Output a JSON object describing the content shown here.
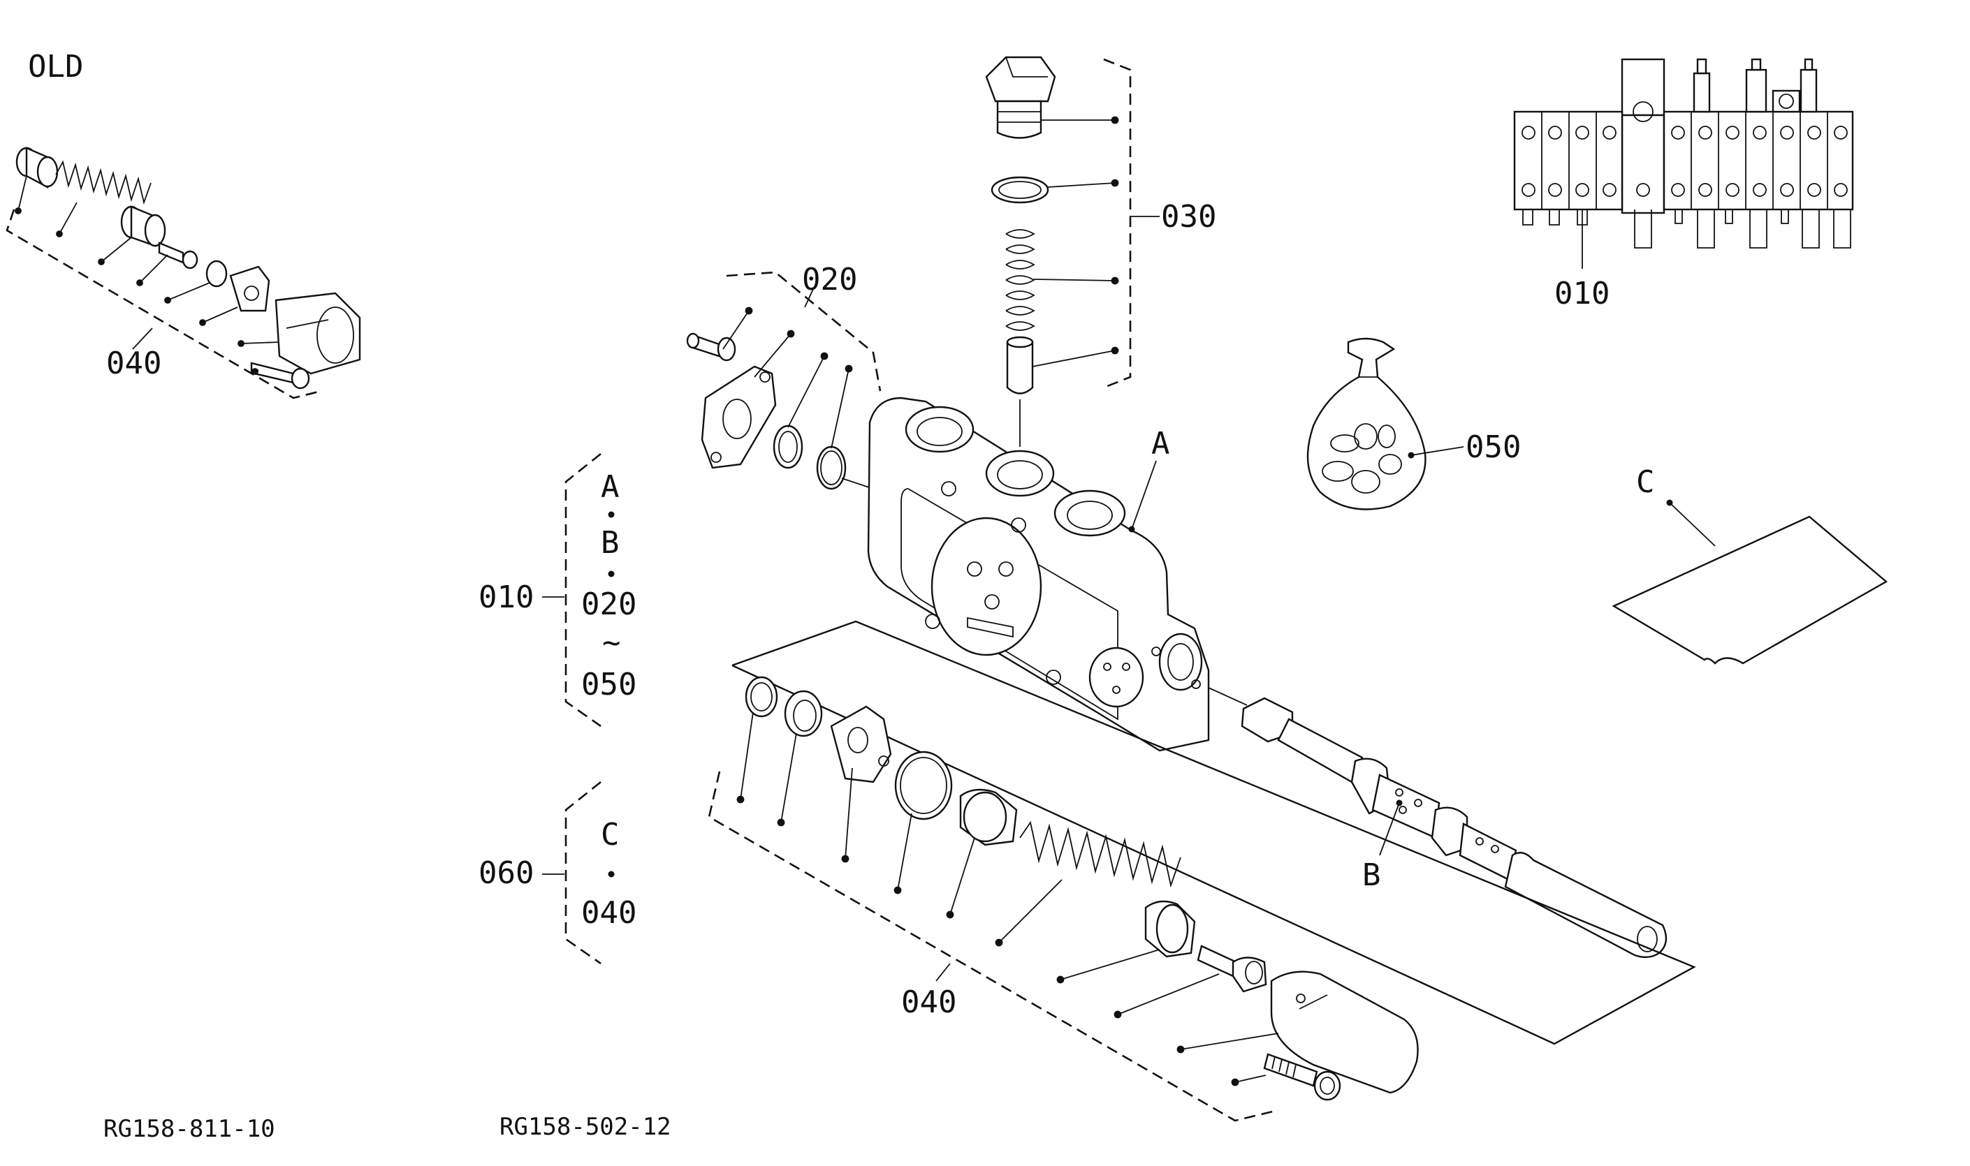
{
  "header": {
    "old_label": "OLD"
  },
  "old_assembly": {
    "group_label": "040",
    "ref_code": "RG158-811-10"
  },
  "main_assembly": {
    "ref_code": "RG158-502-12",
    "labels": {
      "p010_top": "010",
      "p020": "020",
      "p030": "030",
      "p040": "040",
      "p050": "050",
      "p_A": "A",
      "p_B": "B",
      "p_C": "C"
    },
    "group_010": {
      "label": "010",
      "items": [
        "A",
        "B",
        "020",
        "~",
        "050"
      ]
    },
    "group_060": {
      "label": "060",
      "items": [
        "C",
        "040"
      ]
    }
  }
}
